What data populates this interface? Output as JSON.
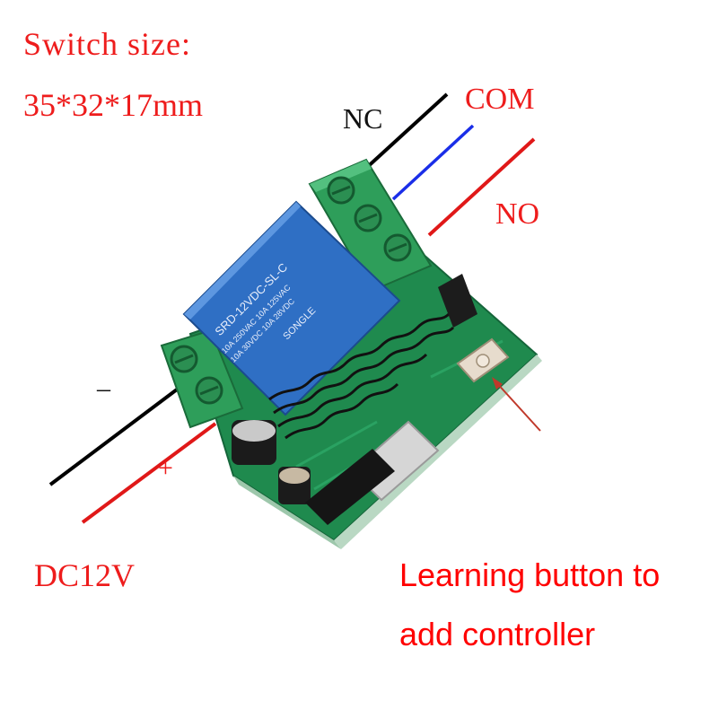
{
  "spec": {
    "title": "Switch size:",
    "size": "35*32*17mm"
  },
  "terminals": {
    "nc": "NC",
    "com": "COM",
    "no": "NO"
  },
  "power": {
    "minus": "–",
    "plus": "+",
    "voltage": "DC12V"
  },
  "relay": {
    "brand": "SONGLE",
    "model": "SRD-12VDC-SL-C",
    "rating_1": "10A 250VAC  10A 125VAC",
    "rating_2": "10A 30VDC  10A 28VDC"
  },
  "annotation": {
    "line1": "Learning button to",
    "line2": "add controller"
  },
  "colors": {
    "label_red": "#ee1c1c",
    "wire_black": "#000000",
    "wire_blue": "#1a2ee8",
    "wire_red": "#e01818",
    "terminal_green": "#2e9e5a",
    "pcb_green": "#1f8a4e",
    "relay_blue": "#2f6fc4"
  }
}
